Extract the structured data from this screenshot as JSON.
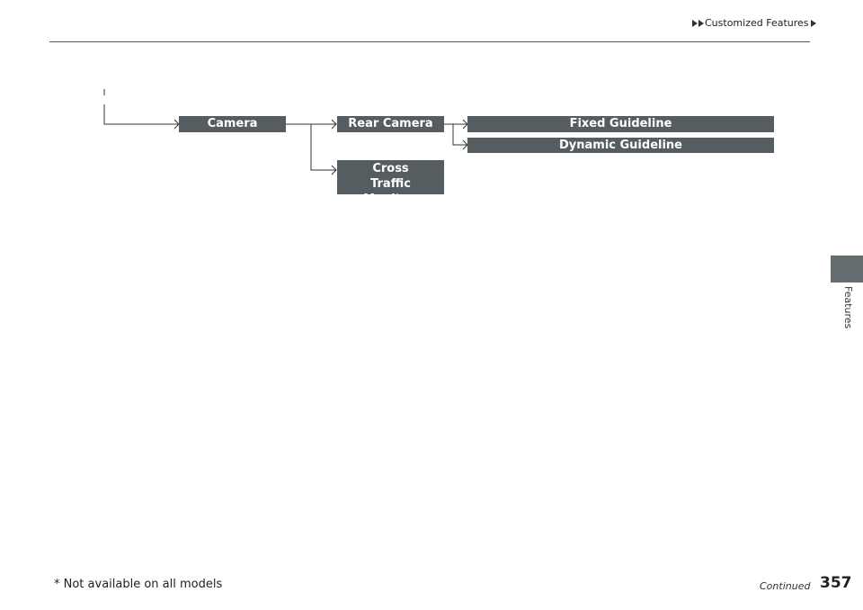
{
  "header": {
    "section_title": "Customized Features"
  },
  "side_tab": {
    "label": "Features"
  },
  "tree": {
    "camera": "Camera",
    "rear_camera": "Rear Camera",
    "fixed_guideline": "Fixed Guideline",
    "dynamic_guideline": "Dynamic Guideline",
    "cross_traffic_monitor": "Cross Traffic Monitor",
    "footnote_marker": "*"
  },
  "footer": {
    "footnote": "* Not available on all models",
    "continued": "Continued",
    "page_number": "357"
  },
  "colors": {
    "box_fill": "#555d61",
    "tab_fill": "#666d70",
    "line": "#333333"
  }
}
